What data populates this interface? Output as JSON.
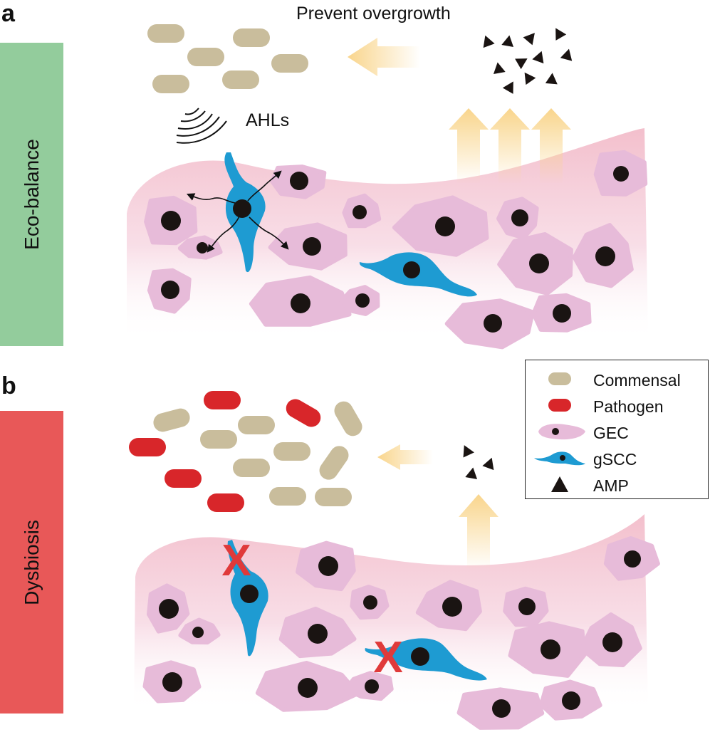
{
  "panels": {
    "a": {
      "letter": "a",
      "state_label": "Eco-balance",
      "state_color": "#93cc9c",
      "arrow_label": "Prevent overgrowth",
      "signal_label": "AHLs"
    },
    "b": {
      "letter": "b",
      "state_label": "Dysbiosis",
      "state_color": "#e85858",
      "block_mark": "X"
    }
  },
  "legend": {
    "items": [
      {
        "label": "Commensal",
        "icon": "commensal-bacterium-icon"
      },
      {
        "label": "Pathogen",
        "icon": "pathogen-bacterium-icon"
      },
      {
        "label": "GEC",
        "icon": "gec-cell-icon"
      },
      {
        "label": "gSCC",
        "icon": "gscc-cell-icon"
      },
      {
        "label": "AMP",
        "icon": "amp-triangle-icon"
      }
    ]
  },
  "colors": {
    "commensal": "#c9bd9c",
    "pathogen": "#d8262a",
    "gec": "#e7bbd9",
    "gscc": "#1e9bd2",
    "nucleus": "#1a1412",
    "arrow": "#f9d58c",
    "tissue": "#f3bfcc",
    "block": "#e03a3a"
  }
}
